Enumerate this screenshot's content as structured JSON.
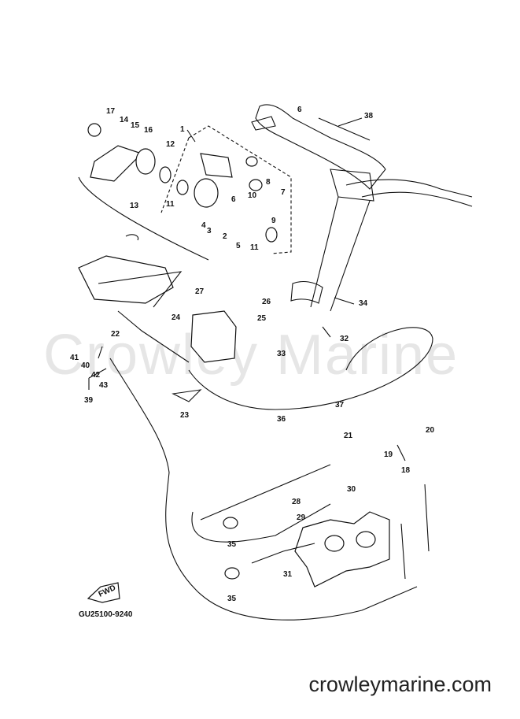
{
  "watermark": "Crowley Marine",
  "footer_text": "crowleymarine.com",
  "diagram_code": "GU25100-9240",
  "fwd_label": "FWD",
  "part_labels": [
    "1",
    "2",
    "3",
    "4",
    "5",
    "6",
    "7",
    "8",
    "9",
    "10",
    "11",
    "12",
    "13",
    "14",
    "15",
    "16",
    "17",
    "18",
    "19",
    "20",
    "21",
    "22",
    "23",
    "24",
    "25",
    "26",
    "27",
    "28",
    "29",
    "30",
    "31",
    "32",
    "33",
    "34",
    "35",
    "36",
    "37",
    "38",
    "39",
    "40",
    "41",
    "42",
    "43"
  ],
  "colors": {
    "line": "#111111",
    "background": "#ffffff",
    "watermark": "#e6e6e6"
  }
}
